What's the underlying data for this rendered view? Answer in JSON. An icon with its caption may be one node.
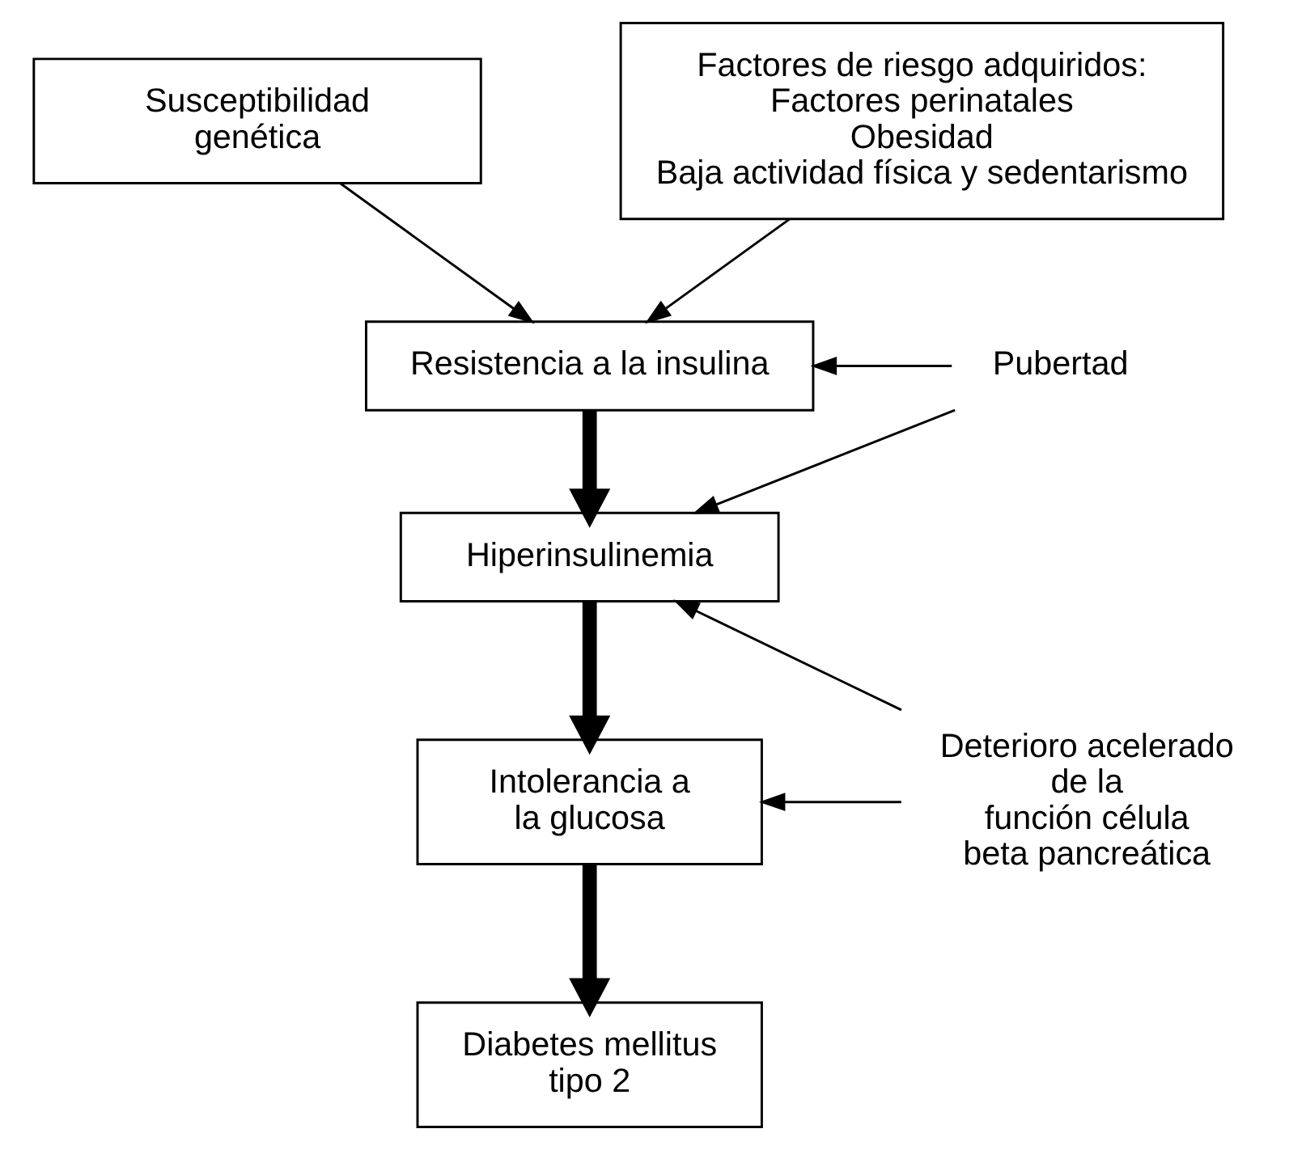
{
  "diagram": {
    "nodes": [
      {
        "text": [
          "Susceptibilidad genética"
        ]
      },
      {
        "text": [
          "Factores de riesgo adquiridos:",
          "Factores perinatales",
          "Obesidad",
          "Baja actividad física y sedentarismo"
        ]
      },
      {
        "text": [
          "Resistencia a la insulina"
        ]
      },
      {
        "text": [
          "Pubertad"
        ]
      },
      {
        "text": [
          "Hiperinsulinemia"
        ]
      },
      {
        "text": [
          "Intolerancia a la glucosa"
        ]
      },
      {
        "text": [
          "Deterioro acelerado de la función célula beta pancreática"
        ]
      },
      {
        "text": [
          "Diabetes mellitus tipo 2"
        ]
      }
    ],
    "edges": [
      {
        "from": 0,
        "to": 2,
        "arrow": "to"
      },
      {
        "from": 1,
        "to": 2,
        "arrow": "to"
      },
      {
        "from": 3,
        "to": 2,
        "arrow": "to"
      },
      {
        "from": 3,
        "to": 4,
        "arrow": "to"
      },
      {
        "from": 2,
        "to": 4,
        "arrow": "to",
        "style": "thick"
      },
      {
        "from": 6,
        "to": 4,
        "arrow": "to"
      },
      {
        "from": 4,
        "to": 5,
        "arrow": "to",
        "style": "thick"
      },
      {
        "from": 6,
        "to": 5,
        "arrow": "to"
      },
      {
        "from": 5,
        "to": 7,
        "arrow": "to",
        "style": "thick"
      }
    ]
  }
}
